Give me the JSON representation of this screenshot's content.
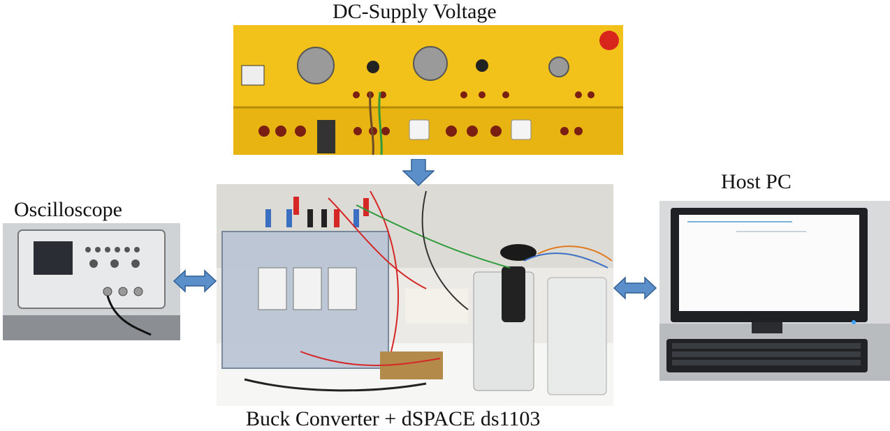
{
  "labels": {
    "dc_supply": "DC-Supply Voltage",
    "oscilloscope": "Oscilloscope",
    "host_pc": "Host PC",
    "buck_converter": "Buck Converter + dSPACE ds1103"
  },
  "colors": {
    "arrow_fill": "#5b8fc9",
    "arrow_stroke": "#2f5f94",
    "supply_panel": "#f2c21b",
    "bench": "#f5f5f3"
  }
}
